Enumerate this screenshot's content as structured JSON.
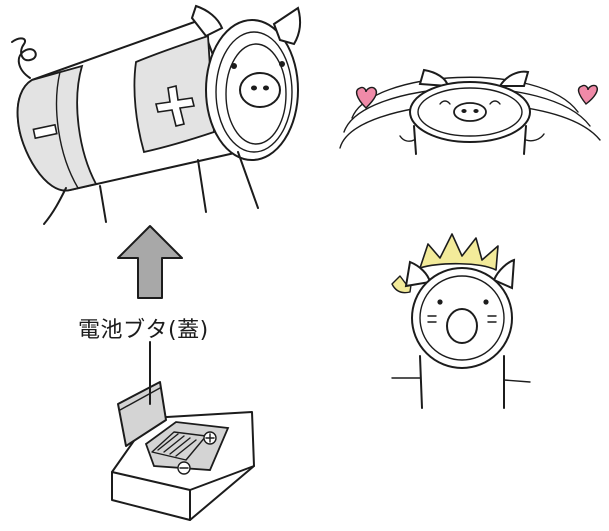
{
  "caption": "電池ブタ(蓋)",
  "colors": {
    "ink": "#1c1c1c",
    "battery_band": "#e3e3e3",
    "arrow": "#a8a8a8",
    "heart": "#f08aa8",
    "spark": "#f3eb9a",
    "slot": "#d4d4d4"
  },
  "icons": [
    "battery-pig",
    "arrow-up-icon",
    "pig-face-happy",
    "heart-icon",
    "pig-face-surprised",
    "battery-compartment"
  ]
}
